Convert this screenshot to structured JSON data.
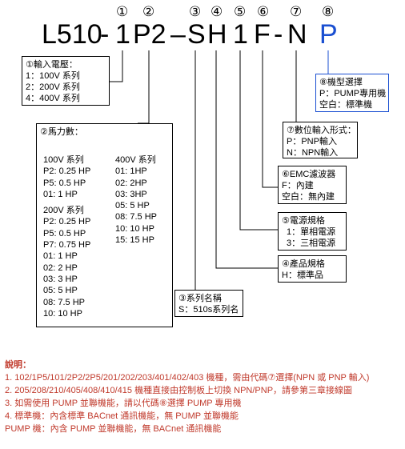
{
  "model": {
    "parts": [
      {
        "text": "L510",
        "num": ""
      },
      {
        "text": "-",
        "num": ""
      },
      {
        "text": "1",
        "num": "①"
      },
      {
        "text": "P2",
        "num": "②"
      },
      {
        "text": "–",
        "num": ""
      },
      {
        "text": "S",
        "num": "③"
      },
      {
        "text": "H",
        "num": "④"
      },
      {
        "text": "1",
        "num": "⑤"
      },
      {
        "text": "F",
        "num": "⑥"
      },
      {
        "text": "-",
        "num": ""
      },
      {
        "text": "N",
        "num": "⑦"
      },
      {
        "text": "P",
        "num": "⑧"
      }
    ],
    "highlight_color": "#1a4fd1"
  },
  "box1": {
    "title": "①輸入電壓：",
    "rows": [
      "1：100V 系列",
      "2：200V 系列",
      "4：400V 系列"
    ]
  },
  "box2": {
    "title": "②馬力數：",
    "left_col": [
      "100V 系列",
      "P2: 0.25 HP",
      "P5: 0.5 HP",
      "01: 1 HP",
      "200V 系列",
      "P2: 0.25 HP",
      "P5: 0.5 HP",
      "P7: 0.75 HP",
      "01: 1 HP",
      "02: 2 HP",
      "03: 3 HP",
      "05: 5 HP",
      "08: 7.5 HP",
      "10: 10 HP"
    ],
    "right_col": [
      "400V 系列",
      "01: 1HP",
      "02: 2HP",
      "03: 3HP",
      "05: 5 HP",
      "08: 7.5 HP",
      "10: 10 HP",
      "15: 15 HP"
    ]
  },
  "box3": {
    "title": "③系列名稱",
    "rows": [
      "S：510s系列名"
    ]
  },
  "box4": {
    "title": "④產品規格",
    "rows": [
      "H：標準品"
    ]
  },
  "box5": {
    "title": "⑤電源規格",
    "rows": [
      "1：單相電源",
      "3：三相電源"
    ]
  },
  "box6": {
    "title": "⑥EMC濾波器",
    "rows": [
      "F：內建",
      "空白：無內建"
    ]
  },
  "box7": {
    "title": "⑦數位輸入形式：",
    "rows": [
      "P：PNP輸入",
      "N：NPN輸入"
    ]
  },
  "box8": {
    "title": "⑧機型選擇",
    "rows": [
      "P：PUMP專用機",
      "空白：標準機"
    ]
  },
  "notes": {
    "title": "說明：",
    "items": [
      "1.   102/1P5/101/2P2/2P5/201/202/203/401/402/403 機種，需由代碼⑦選擇(NPN 或 PNP 輸入)",
      "2.   205/208/210/405/408/410/415 機種直接由控制板上切換 NPN/PNP，請參第三章接線圖",
      "3.   如需使用 PUMP 並聯機能，請以代碼⑧選擇 PUMP 專用機",
      "4.   標準機：內含標準 BACnet 通訊機能，無 PUMP 並聯機能",
      "       PUMP 機：內含 PUMP 並聯機能，無 BACnet 通訊機能"
    ],
    "color": "#c0392b"
  }
}
